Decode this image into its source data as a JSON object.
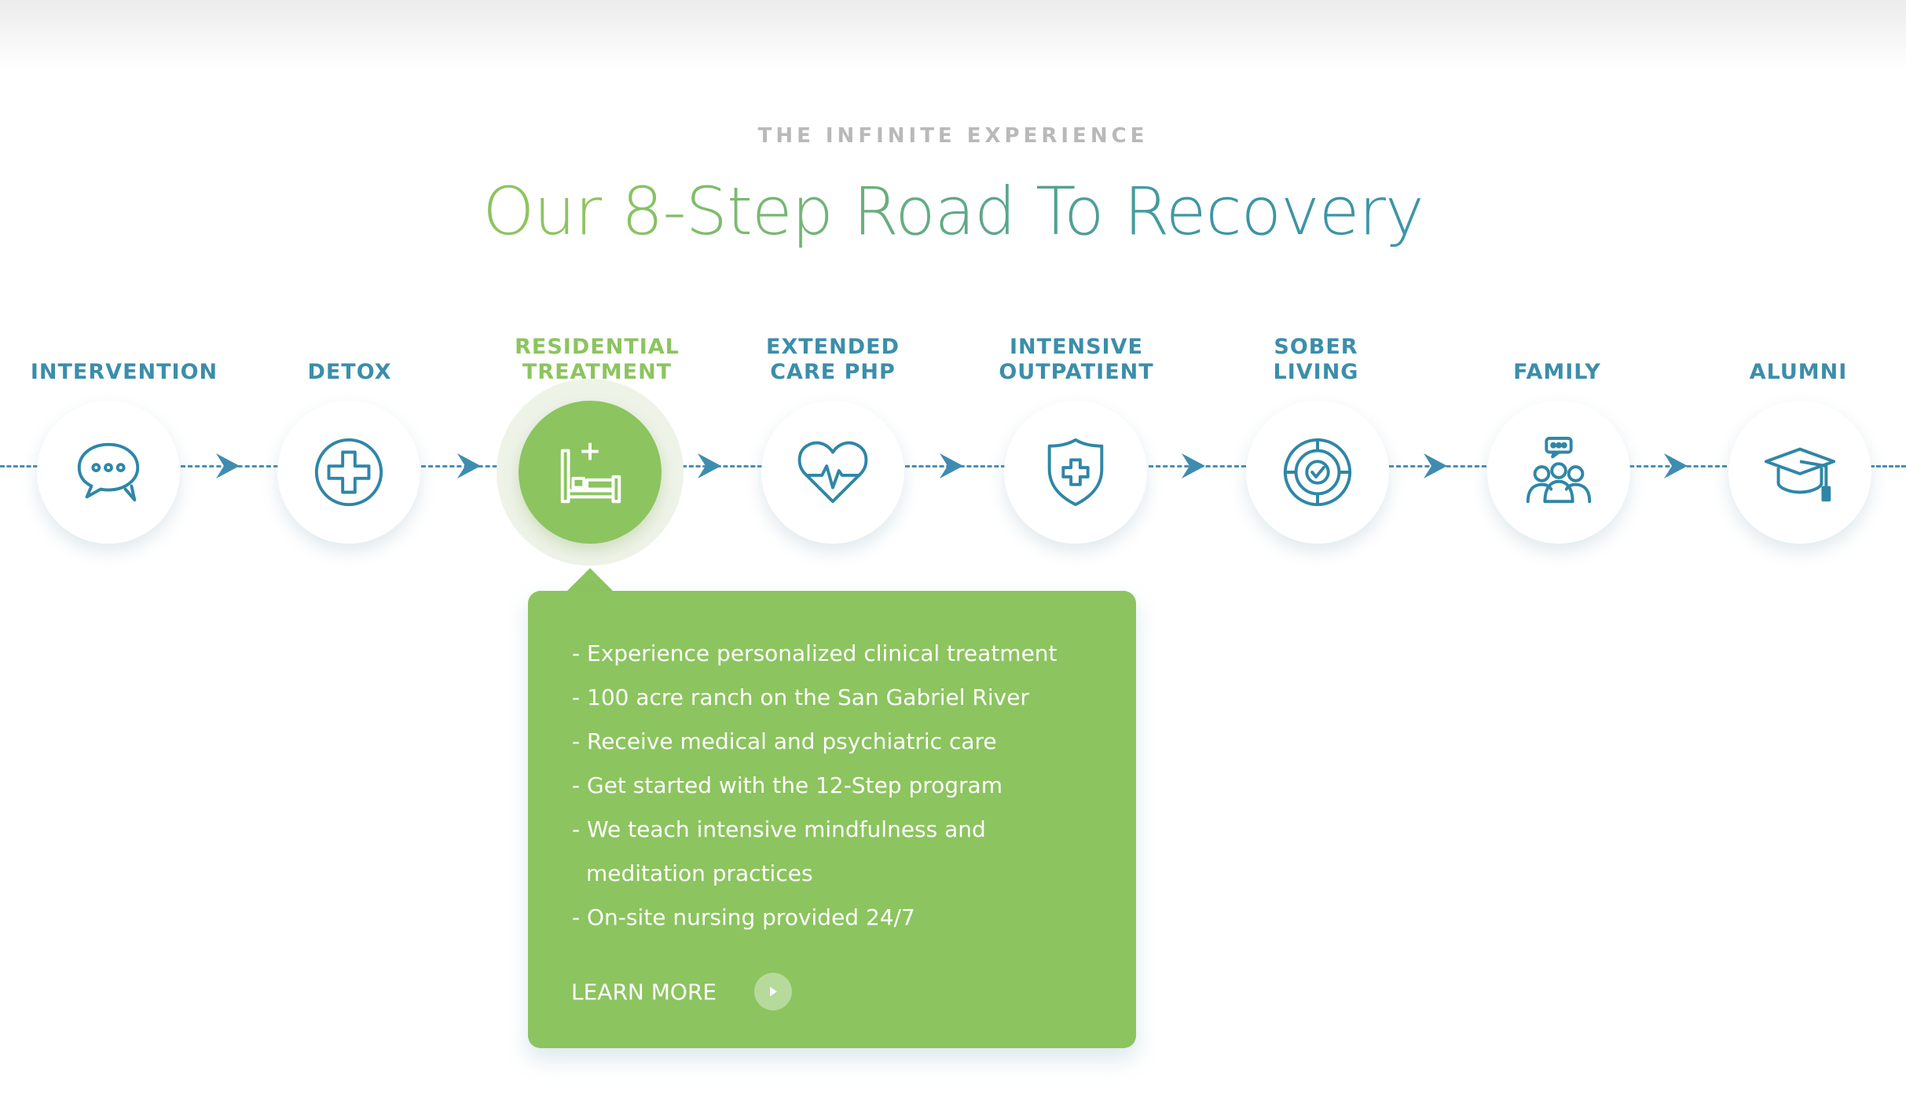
{
  "header": {
    "eyebrow": "THE INFINITE EXPERIENCE",
    "title": "Our 8-Step Road To Recovery"
  },
  "colors": {
    "accent_green": "#8cc45f",
    "accent_blue": "#3b8eab"
  },
  "steps": [
    {
      "label": "INTERVENTION",
      "icon": "chat-bubbles-icon",
      "active": false
    },
    {
      "label": "DETOX",
      "icon": "medical-cross-icon",
      "active": false
    },
    {
      "label": "RESIDENTIAL\nTREATMENT",
      "icon": "hospital-bed-icon",
      "active": true
    },
    {
      "label": "EXTENDED\nCARE PHP",
      "icon": "heartbeat-icon",
      "active": false
    },
    {
      "label": "INTENSIVE\nOUTPATIENT",
      "icon": "shield-cross-icon",
      "active": false
    },
    {
      "label": "SOBER\nLIVING",
      "icon": "target-check-icon",
      "active": false
    },
    {
      "label": "FAMILY",
      "icon": "family-group-icon",
      "active": false
    },
    {
      "label": "ALUMNI",
      "icon": "graduation-cap-icon",
      "active": false
    }
  ],
  "details": {
    "bullets": [
      "- Experience personalized clinical treatment",
      "- 100 acre ranch on the San Gabriel River",
      "- Receive medical and psychiatric care",
      "- Get started with the 12-Step program",
      "- We teach intensive mindfulness and meditation practices",
      "- On-site nursing provided 24/7"
    ],
    "cta_label": "LEARN MORE"
  }
}
